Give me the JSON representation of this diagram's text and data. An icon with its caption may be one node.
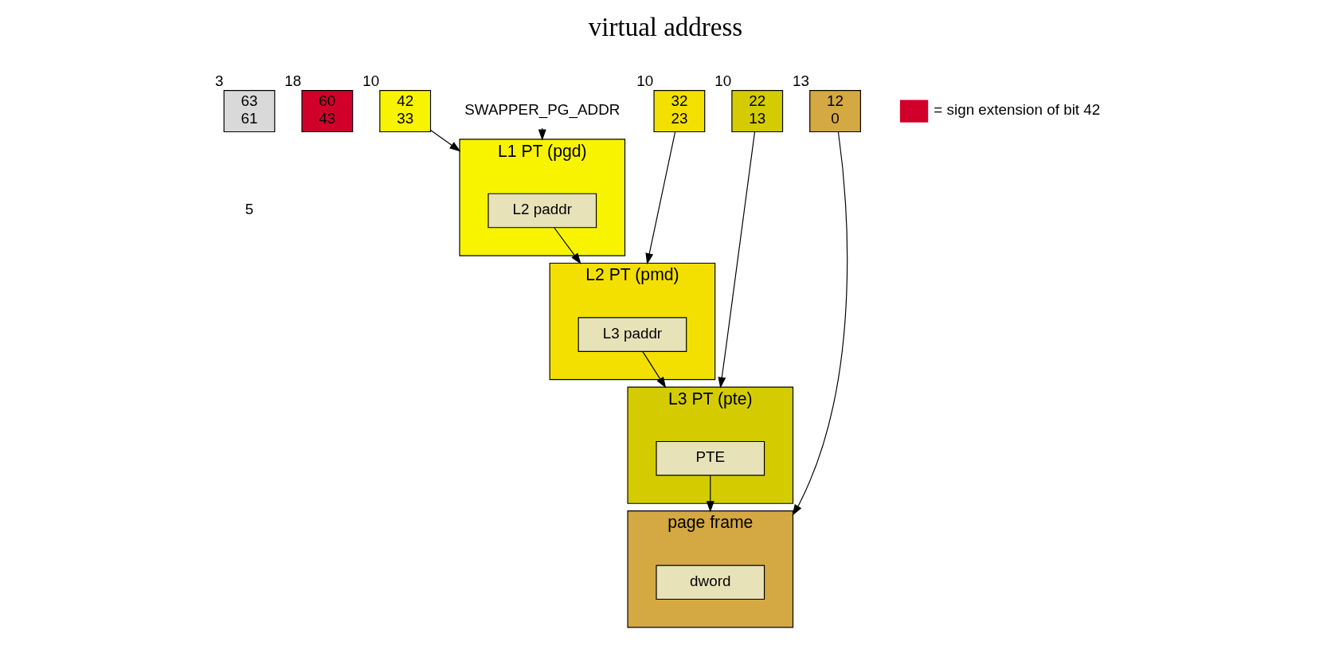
{
  "diagram": {
    "title": "virtual address",
    "nodes": [
      {
        "text": [
          "63",
          "61"
        ],
        "beside": [
          "3"
        ]
      },
      {
        "text": [
          "60",
          "43"
        ],
        "beside": [
          "18"
        ]
      },
      {
        "text": [
          "42",
          "33"
        ],
        "beside": [
          "10"
        ]
      },
      {
        "text": [
          "32",
          "23"
        ],
        "beside": [
          "10"
        ]
      },
      {
        "text": [
          "22",
          "13"
        ],
        "beside": [
          "10"
        ]
      },
      {
        "text": [
          "12",
          "0"
        ],
        "beside": [
          "13"
        ]
      },
      {
        "text": [
          "L1 PT (pgd)"
        ]
      },
      {
        "text": [
          "L2 paddr"
        ],
        "in": 6
      },
      {
        "text": [
          "L2 PT (pmd)"
        ]
      },
      {
        "text": [
          "L3 paddr"
        ],
        "in": 8
      },
      {
        "text": [
          "L3 PT (pte)"
        ]
      },
      {
        "text": [
          "PTE"
        ],
        "in": 10
      },
      {
        "text": [
          "page frame"
        ]
      },
      {
        "text": [
          "dword"
        ],
        "in": 12
      },
      {
        "text": [
          "SWAPPER_PG_ADDR"
        ]
      }
    ],
    "edges": [
      {
        "from": 14,
        "to": 6,
        "arrow": "to"
      },
      {
        "from": 2,
        "to": 6,
        "arrow": "to"
      },
      {
        "from": 7,
        "to": 8,
        "arrow": "to"
      },
      {
        "from": 3,
        "to": 8,
        "arrow": "to"
      },
      {
        "from": 9,
        "to": 10,
        "arrow": "to"
      },
      {
        "from": 4,
        "to": 10,
        "arrow": "to"
      },
      {
        "from": 11,
        "to": 12,
        "arrow": "to"
      },
      {
        "from": 5,
        "to": 12,
        "arrow": "to"
      }
    ],
    "labels": [
      "5"
    ],
    "legend": [
      {
        "text": "= sign extension of bit 42",
        "color": "#d0002a"
      }
    ]
  }
}
